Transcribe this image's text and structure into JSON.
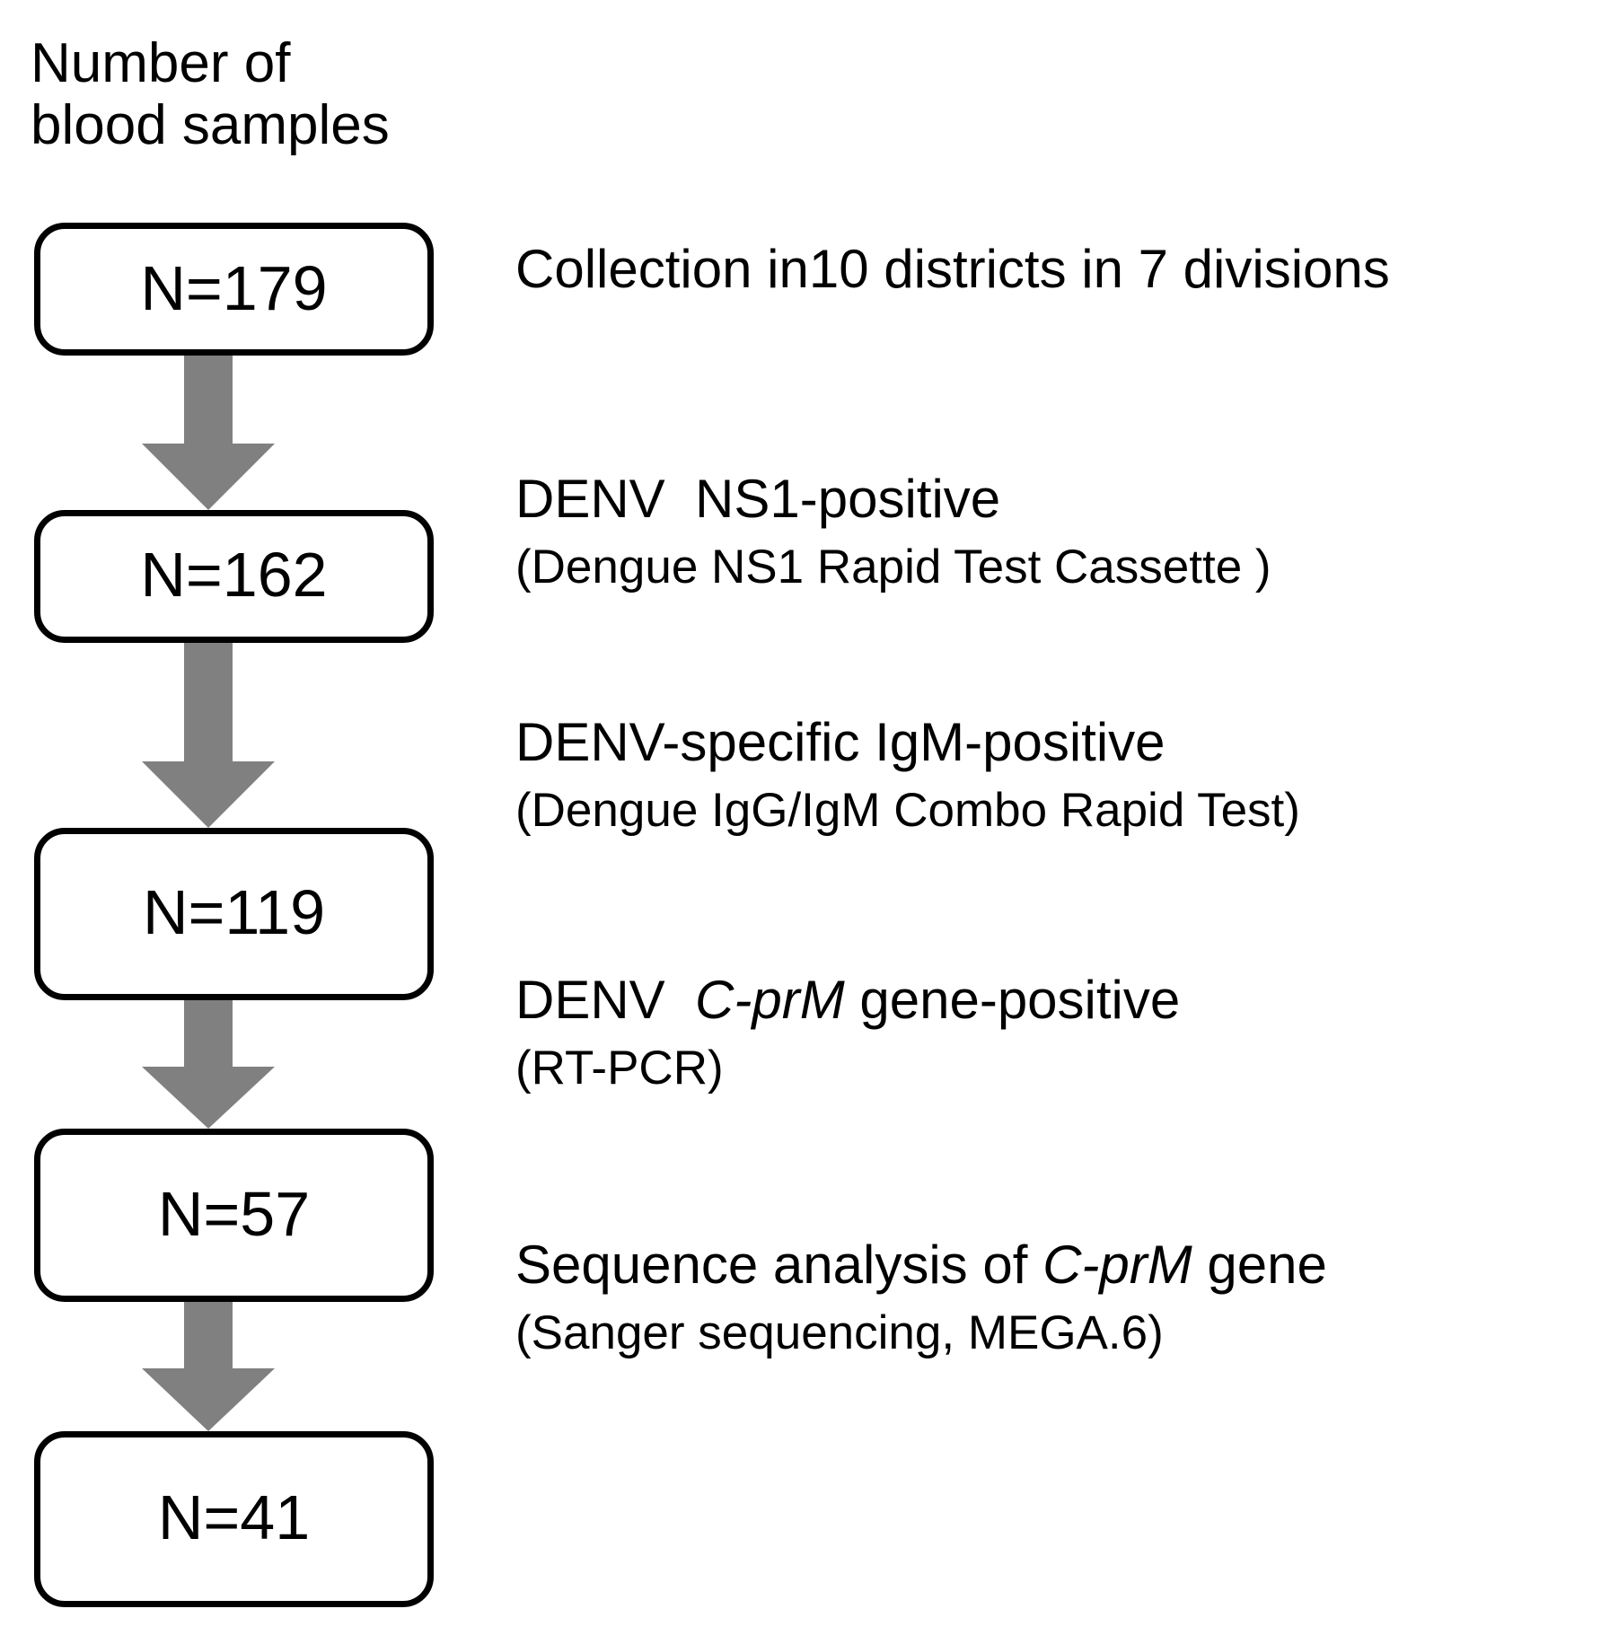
{
  "header": {
    "caption": "Number of\nblood samples"
  },
  "colors": {
    "box_border": "#000000",
    "arrow_fill": "#808080",
    "text": "#000000",
    "background": "#ffffff"
  },
  "flow": {
    "steps": [
      {
        "box_label": "N=179",
        "desc_main": "Collection in10 districts in 7 divisions",
        "desc_sub": ""
      },
      {
        "box_label": "N=162",
        "desc_main": "DENV  NS1-positive",
        "desc_sub": "(Dengue NS1 Rapid Test Cassette )"
      },
      {
        "box_label": "N=119",
        "desc_main": "DENV-specific IgM-positive",
        "desc_sub": "(Dengue IgG/IgM Combo Rapid Test)"
      },
      {
        "box_label": "N=57",
        "desc_main_prefix": "DENV  ",
        "desc_main_gene": "C-prM",
        "desc_main_suffix": " gene-positive",
        "desc_sub": "(RT-PCR)"
      },
      {
        "box_label": "N=41",
        "desc_main_prefix": "Sequence analysis of ",
        "desc_main_gene": "C-prM",
        "desc_main_suffix": " gene",
        "desc_sub": "(Sanger sequencing, MEGA.6)"
      }
    ],
    "arrows": [
      {
        "name": "arrow-179-to-162"
      },
      {
        "name": "arrow-162-to-119"
      },
      {
        "name": "arrow-119-to-57"
      },
      {
        "name": "arrow-57-to-41"
      }
    ]
  }
}
